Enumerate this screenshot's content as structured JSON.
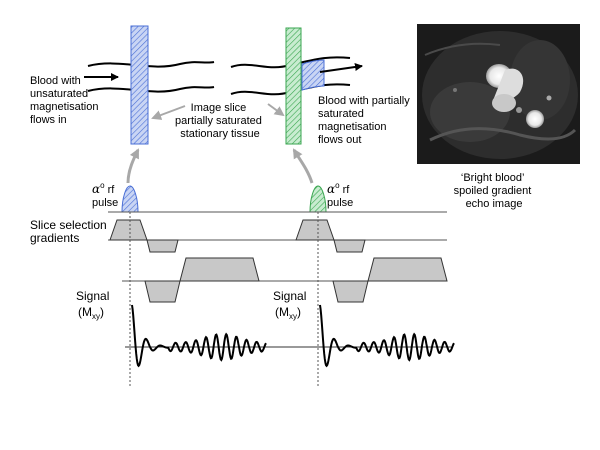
{
  "labels": {
    "blood_in": [
      "Blood with",
      "unsaturated",
      "magnetisation",
      "flows in"
    ],
    "image_slice": [
      "Image slice",
      "partially saturated",
      "stationary tissue"
    ],
    "blood_out": [
      "Blood with partially",
      "saturated",
      "magnetisation",
      "flows out"
    ],
    "caption": [
      "‘Bright blood’",
      "spoiled gradient",
      "echo image"
    ],
    "rf_pulse_1": {
      "symbol": "α",
      "degree": "o",
      "text1": " rf",
      "text2": "pulse"
    },
    "rf_pulse_2": {
      "symbol": "α",
      "degree": "o",
      "text1": " rf",
      "text2": "pulse"
    },
    "slice_selection": [
      "Slice selection",
      "gradients"
    ],
    "signal_1": {
      "line1": "Signal",
      "open": "(M",
      "sub": "xy",
      "close": ")"
    },
    "signal_2": {
      "line1": "Signal",
      "open": "(M",
      "sub": "xy",
      "close": ")"
    }
  },
  "colors": {
    "slice1": "#4a6fd6",
    "slice1_fill": "#c9d5f4",
    "slice2": "#3aa650",
    "slice2_fill": "#c8ecd0",
    "gradient_fill": "#c8c8c8",
    "arrow_gray": "#a8a8a8",
    "mri_bg": "#1b1b1b"
  }
}
